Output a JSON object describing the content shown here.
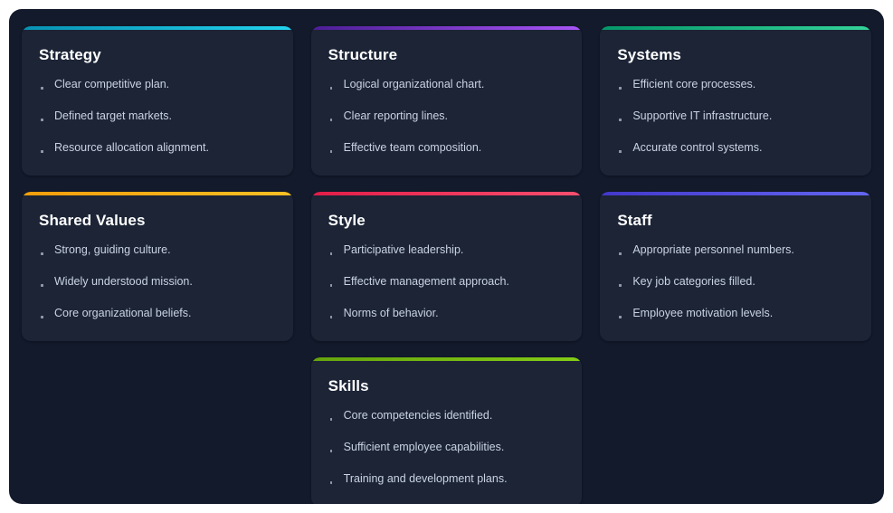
{
  "page": {
    "background": "#ffffff",
    "board_background": "#121a2b",
    "card_background": "#1c2436",
    "title_color": "#ffffff",
    "text_color": "#c9d3e3",
    "bullet_color": "#8b97ab"
  },
  "cards": [
    {
      "id": "strategy",
      "title": "Strategy",
      "accent_from": "#0891b2",
      "accent_to": "#22d3ee",
      "items": [
        "Clear competitive plan.",
        "Defined target markets.",
        "Resource allocation alignment."
      ]
    },
    {
      "id": "structure",
      "title": "Structure",
      "accent_from": "#4c1d95",
      "accent_to": "#a855f7",
      "items": [
        "Logical organizational chart.",
        "Clear reporting lines.",
        "Effective team composition."
      ]
    },
    {
      "id": "systems",
      "title": "Systems",
      "accent_from": "#059669",
      "accent_to": "#34d399",
      "items": [
        "Efficient core processes.",
        "Supportive IT infrastructure.",
        "Accurate control systems."
      ]
    },
    {
      "id": "shared-values",
      "title": "Shared Values",
      "accent_from": "#f59e0b",
      "accent_to": "#fbbf24",
      "items": [
        "Strong, guiding culture.",
        "Widely understood mission.",
        "Core organizational beliefs."
      ]
    },
    {
      "id": "style",
      "title": "Style",
      "accent_from": "#e11d48",
      "accent_to": "#fb4f6e",
      "items": [
        "Participative leadership.",
        "Effective management approach.",
        "Norms of behavior."
      ]
    },
    {
      "id": "staff",
      "title": "Staff",
      "accent_from": "#4338ca",
      "accent_to": "#6366f1",
      "items": [
        "Appropriate personnel numbers.",
        "Key job categories filled.",
        "Employee motivation levels."
      ]
    },
    {
      "id": "skills",
      "title": "Skills",
      "accent_from": "#65a30d",
      "accent_to": "#84cc16",
      "items": [
        "Core competencies identified.",
        "Sufficient employee capabilities.",
        "Training and development plans."
      ]
    }
  ]
}
